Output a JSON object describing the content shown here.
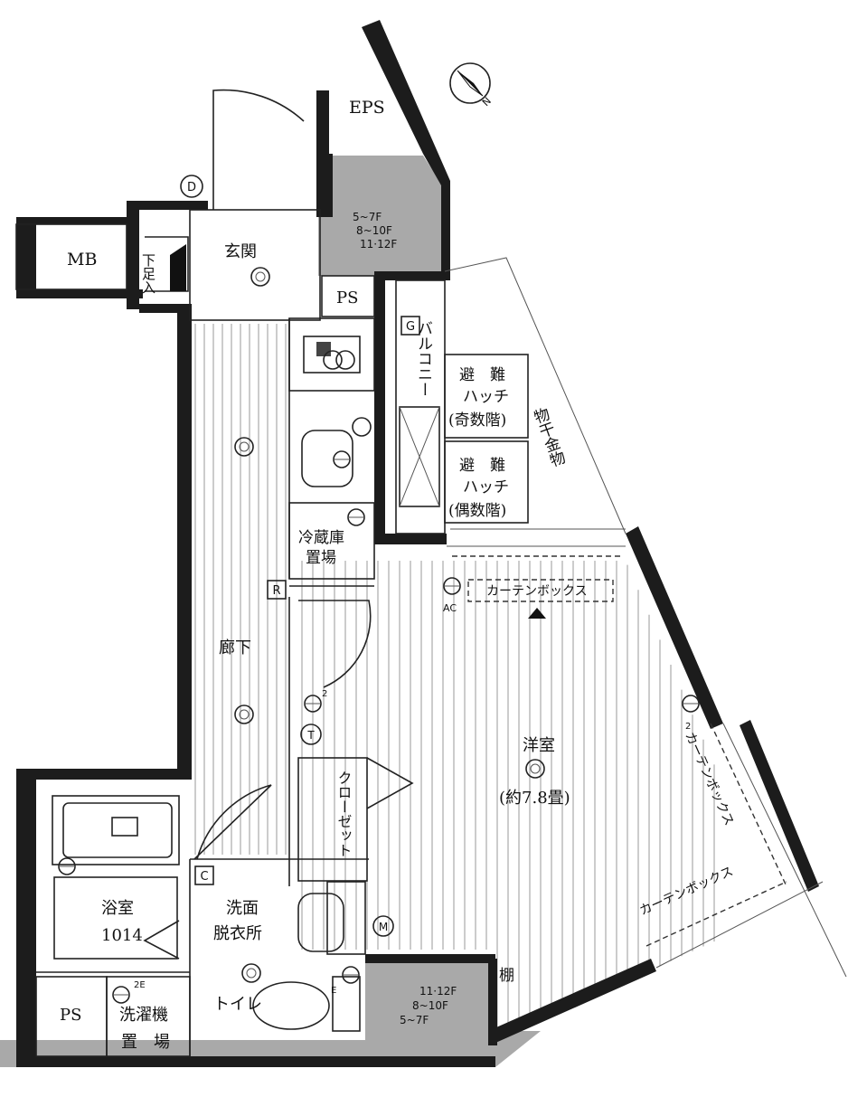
{
  "rooms": {
    "eps": "EPS",
    "mb": "MB",
    "genkan": "玄関",
    "getabako": "下足入",
    "ps_top": "PS",
    "ps_bottom": "PS",
    "balcony": "バルコニー",
    "hatch_odd_1": "避　難",
    "hatch_odd_2": "ハッチ",
    "hatch_odd_3": "(奇数階)",
    "hatch_even_1": "避　難",
    "hatch_even_2": "ハッチ",
    "hatch_even_3": "(偶数階)",
    "monohoshi": "物干金物",
    "fridge_1": "冷蔵庫",
    "fridge_2": "置場",
    "corridor": "廊下",
    "western_1": "洋室",
    "western_2": "(約7.8畳)",
    "closet": "クローゼット",
    "bath_1": "浴室",
    "bath_2": "1014",
    "washroom_1": "洗面",
    "washroom_2": "脱衣所",
    "toilet": "トイレ",
    "washer_1": "洗濯機",
    "washer_2": "置　場",
    "shelf": "棚"
  },
  "labels": {
    "curtain_top": "カーテンボックス",
    "curtain_right": "カーテンボックス",
    "curtain_bottom": "カーテンボックス",
    "ac": "AC",
    "floor_top_1": "5~7F",
    "floor_top_2": "8~10F",
    "floor_top_3": "11·12F",
    "floor_bot_1": "11·12F",
    "floor_bot_2": "8~10F",
    "floor_bot_3": "5~7F",
    "outlet_2a": "2",
    "outlet_2b": "2",
    "outlet_2e": "2E",
    "outlet_e": "E",
    "compass_n": "N"
  },
  "markers": {
    "d": "D",
    "g": "G",
    "r": "R",
    "c": "C",
    "t": "T",
    "m": "M"
  },
  "icons": [
    "compass-icon",
    "door-swing-icon",
    "ceiling-light-icon",
    "outlet-icon",
    "stove-icon",
    "sink-icon",
    "bathtub-icon",
    "toilet-icon",
    "triangle-marker-icon"
  ]
}
